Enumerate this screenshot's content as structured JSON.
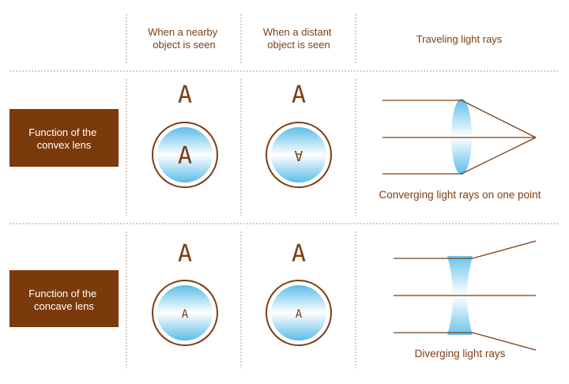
{
  "headers": {
    "nearby": [
      "When a nearby",
      "object is seen"
    ],
    "distant": [
      "When a distant",
      "object is seen"
    ],
    "rays": "Traveling light rays"
  },
  "rows": [
    {
      "label": [
        "Function of the",
        "convex lens"
      ],
      "object_letter": "A",
      "caption": "Converging light rays on one point"
    },
    {
      "label": [
        "Function of the",
        "concave lens"
      ],
      "object_letter": "A",
      "caption": "Diverging light rays"
    }
  ],
  "colors": {
    "brown": "#7b3f13",
    "label_bg": "#7a3a0c",
    "lens_blue": "#5bbde9"
  }
}
